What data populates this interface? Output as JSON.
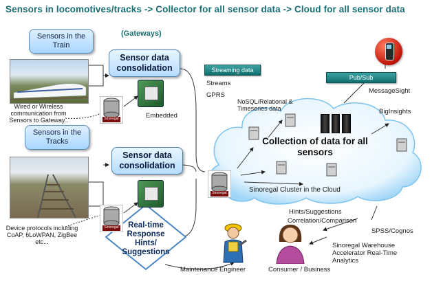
{
  "title": "Sensors in locomotives/tracks -> Collector for all sensor data -> Cloud for all sensor data",
  "gateways_label": "(Gateways)",
  "sensors_train": "Sensors in the Train",
  "sensors_tracks": "Sensors in the Tracks",
  "consolidation_top": "Sensor data consolidation",
  "consolidation_bottom": "Sensor data consolidation",
  "wired_note": "Wired or Wireless communication from Sensors to Gateway..",
  "device_protocols": "Device protocols including CoAP, 6LoWPAN, ZigBee etc...",
  "embedded_label": "Embedded",
  "db_brand": "Sinoregal",
  "streaming_data": "Streaming data",
  "streams": "Streams",
  "gprs": "GPRS",
  "pubsub": "Pub/Sub",
  "messagesight": "MessageSight",
  "nosql": "NoSQL/Relational & Timeseries data",
  "biginsights": "BigInsights",
  "cloud_title": "Collection of data for all sensors",
  "cluster": "Sinoregal Cluster in the Cloud",
  "realtime": "Real-time Response Hints/ Suggestions",
  "hints": "Hints/Suggestions",
  "correlation": "Correlation/Comparison",
  "spss": "SPSS/Cognos",
  "warehouse": "Sinoregal Warehouse Accelerator Real-Time Analytics",
  "maintenance": "Maintenance Engineer",
  "consumer": "Consumer / Business",
  "colors": {
    "title": "#1a6e74",
    "teal": "#0f6f6f",
    "box_blue": "#a9d6ff"
  },
  "icons": [
    "phone-icon",
    "server-icon",
    "database-icon",
    "gateway-device-icon",
    "person-icon",
    "engineer-icon",
    "cloud-shape"
  ]
}
